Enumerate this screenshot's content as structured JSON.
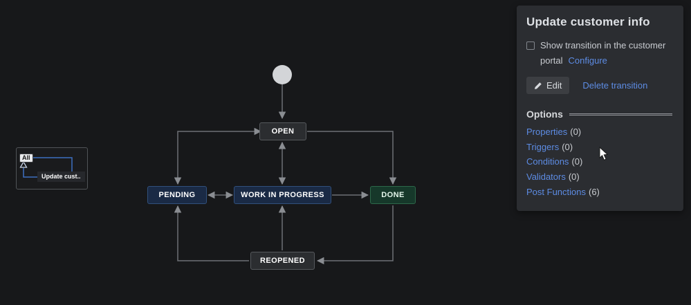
{
  "panel": {
    "title": "Update customer info",
    "portal_label": "Show transition in the customer portal",
    "configure_link": "Configure",
    "edit_button": "Edit",
    "delete_link": "Delete transition",
    "options_heading": "Options",
    "options": [
      {
        "label": "Properties",
        "count": "(0)"
      },
      {
        "label": "Triggers",
        "count": "(0)"
      },
      {
        "label": "Conditions",
        "count": "(0)"
      },
      {
        "label": "Validators",
        "count": "(0)"
      },
      {
        "label": "Post Functions",
        "count": "(6)"
      }
    ]
  },
  "diagram": {
    "nodes": {
      "open": {
        "label": "OPEN",
        "style": "gray"
      },
      "pending": {
        "label": "PENDING",
        "style": "blue"
      },
      "in_progress": {
        "label": "WORK IN PROGRESS",
        "style": "blue"
      },
      "done": {
        "label": "DONE",
        "style": "green"
      },
      "reopened": {
        "label": "REOPENED",
        "style": "gray"
      }
    },
    "transitions": [
      "start -> OPEN",
      "OPEN <-> WORK IN PROGRESS",
      "OPEN <-> PENDING",
      "OPEN -> DONE",
      "PENDING <-> WORK IN PROGRESS",
      "WORK IN PROGRESS -> DONE",
      "REOPENED -> WORK IN PROGRESS",
      "DONE -> REOPENED",
      "REOPENED -> PENDING"
    ]
  },
  "minimap": {
    "all_label": "All",
    "transition_label": "Update cust.."
  },
  "colors": {
    "canvas_bg": "#17181a",
    "panel_bg": "#2b2d31",
    "link_blue": "#5d8ce4",
    "status_blue_bg": "#1a2a45",
    "status_blue_border": "#31507c",
    "status_green_bg": "#16382a",
    "status_green_border": "#2d684a",
    "status_gray_bg": "#2b2d30",
    "status_gray_border": "#56595d",
    "edge_gray": "#6e7176",
    "minimap_line_blue": "#3c70c2",
    "start_node": "#d3d5d8"
  }
}
